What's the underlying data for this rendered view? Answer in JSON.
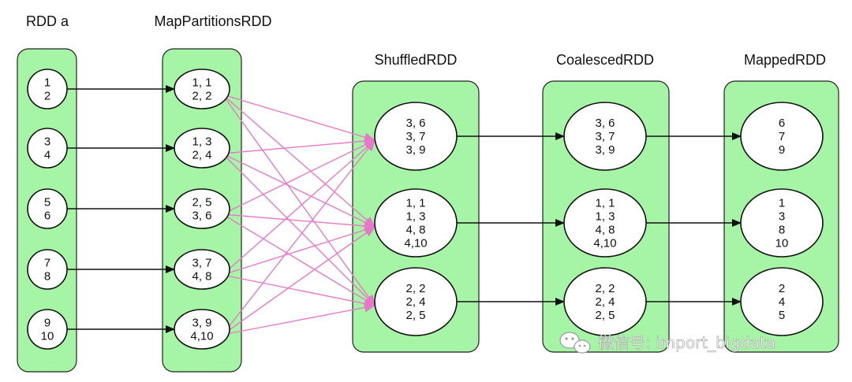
{
  "titles": {
    "rdd_a": "RDD a",
    "map_partitions": "MapPartitionsRDD",
    "shuffled": "ShuffledRDD",
    "coalesced": "CoalescedRDD",
    "mapped": "MappedRDD"
  },
  "rdd_a": [
    [
      "1",
      "2"
    ],
    [
      "3",
      "4"
    ],
    [
      "5",
      "6"
    ],
    [
      "7",
      "8"
    ],
    [
      "9",
      "10"
    ]
  ],
  "map_partitions": [
    [
      "1, 1",
      "2, 2"
    ],
    [
      "1, 3",
      "2, 4"
    ],
    [
      "2, 5",
      "3, 6"
    ],
    [
      "3, 7",
      "4, 8"
    ],
    [
      "3, 9",
      "4,10"
    ]
  ],
  "shuffled": [
    [
      "3, 6",
      "3, 7",
      "3, 9"
    ],
    [
      "1, 1",
      "1, 3",
      "4, 8",
      "4,10"
    ],
    [
      "2, 2",
      "2, 4",
      "2, 5"
    ]
  ],
  "coalesced": [
    [
      "3, 6",
      "3, 7",
      "3, 9"
    ],
    [
      "1, 1",
      "1, 3",
      "4, 8",
      "4,10"
    ],
    [
      "2, 2",
      "2, 4",
      "2, 5"
    ]
  ],
  "mapped": [
    [
      "6",
      "7",
      "9"
    ],
    [
      "1",
      "3",
      "8",
      "10"
    ],
    [
      "2",
      "4",
      "5"
    ]
  ],
  "watermark": "微信号: import_bigdata",
  "colors": {
    "panel": "#a6f5a6",
    "shuffle_edge": "#e67ac8",
    "edge": "#111111"
  }
}
